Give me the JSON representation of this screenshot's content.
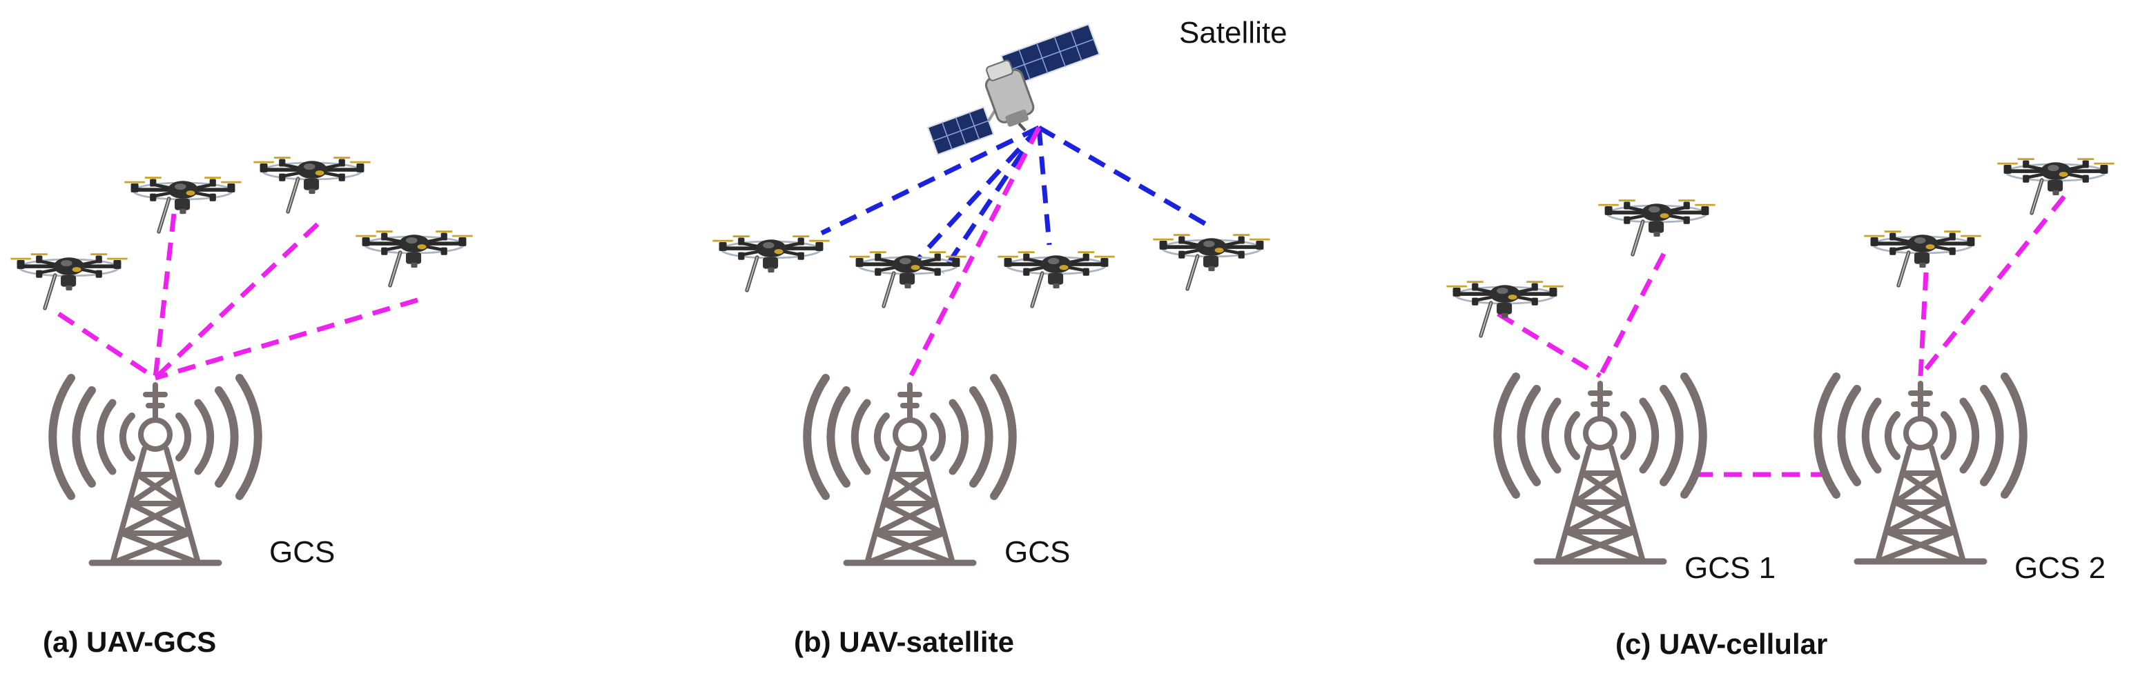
{
  "panels": {
    "a": {
      "caption": "(a) UAV-GCS",
      "gcs_label": "GCS"
    },
    "b": {
      "caption": "(b) UAV-satellite",
      "gcs_label": "GCS",
      "satellite_label": "Satellite"
    },
    "c": {
      "caption": "(c) UAV-cellular",
      "gcs1_label": "GCS 1",
      "gcs2_label": "GCS 2"
    }
  },
  "colors": {
    "ground_link": "#ee22ee",
    "satellite_link": "#1a22dd",
    "tower": "#7a6f6f",
    "solar_panel": "#1b2f66",
    "drone_body": "#2a2a2a",
    "drone_accent": "#c9a227"
  },
  "icons": {
    "tower": "radio-tower-icon",
    "drone": "drone-icon",
    "satellite": "satellite-icon"
  }
}
